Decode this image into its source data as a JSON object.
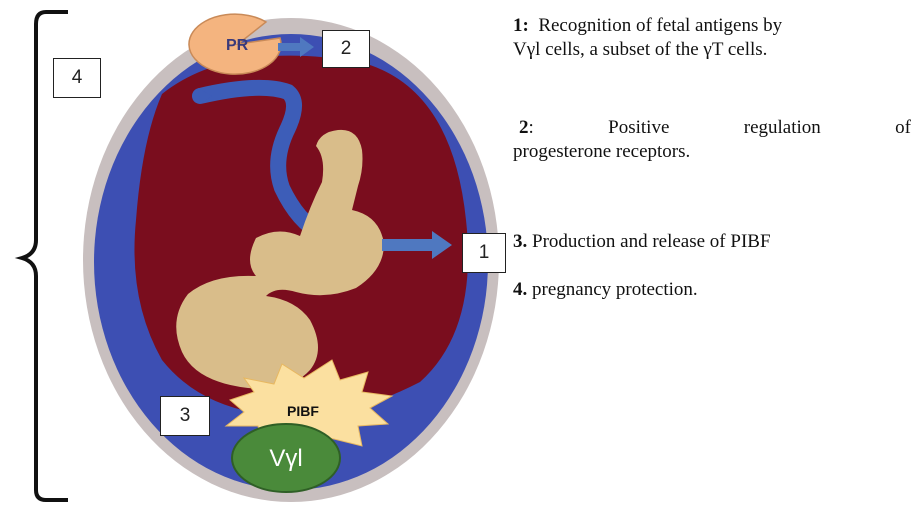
{
  "diagram": {
    "markers": {
      "m1": "1",
      "m2": "2",
      "m3": "3",
      "m4": "4"
    },
    "pr_label": "PR",
    "pibf_label": "PIBF",
    "vgl_label": "Vγl",
    "colors": {
      "outer_ring": "#c8bfbf",
      "blue_layer": "#3d4fb3",
      "uterus_red": "#7a0d1e",
      "fetus_tan": "#d9bd8a",
      "cord_blue": "#3d5db8",
      "pr_orange": "#f4b47f",
      "pibf_star": "#fbe0a0",
      "vgl_green": "#4a8a3a",
      "arrow_blue": "#4f78c0"
    }
  },
  "legend": {
    "item1_num": "1:",
    "item1_line1": "Recognition of fetal antigens by",
    "item1_line2": "Vγl cells, a subset of the γT cells.",
    "item2_num": "2",
    "item2_colon": ":",
    "item2_w1": "Positive",
    "item2_w2": "regulation",
    "item2_w3": "of",
    "item2_line2": "progesterone receptors.",
    "item3_num": "3.",
    "item3_text": "Production and release of PIBF",
    "item4_num": "4.",
    "item4_text": "pregnancy protection."
  }
}
